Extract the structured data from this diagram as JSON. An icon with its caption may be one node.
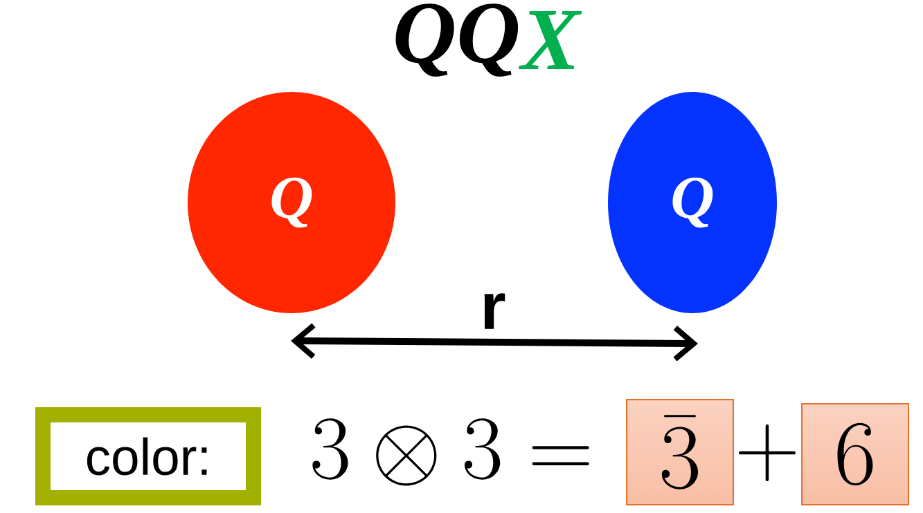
{
  "diagram": {
    "title": "QQ",
    "nodes": [
      {
        "text": [
          "Q"
        ]
      },
      {
        "text": [
          "Q"
        ]
      },
      {
        "text": [
          "color:"
        ]
      },
      {
        "text": [
          "\\bar{3}"
        ]
      },
      {
        "text": [
          "6"
        ]
      }
    ],
    "labels": [
      "X",
      "r",
      "3 \\otimes 3 =",
      "+"
    ]
  }
}
